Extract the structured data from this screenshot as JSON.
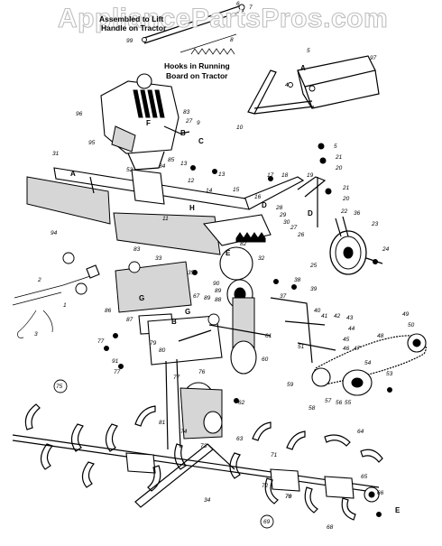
{
  "watermark": "AppliancePartsPros.com",
  "notes": {
    "handle_line1": "Assembled to Lift",
    "handle_line2": "Handle on Tractor",
    "hooks_line1": "Hooks in Running",
    "hooks_line2": "Board on Tractor"
  },
  "letters": {
    "A1": "A",
    "A2": "A",
    "A3": "A",
    "B1": "B",
    "B2": "B",
    "B3": "B",
    "C": "C",
    "D1": "D",
    "D2": "D",
    "E1": "E",
    "E2": "E",
    "F": "F",
    "G1": "G",
    "G2": "G",
    "H": "H"
  },
  "parts": {
    "p99": "99",
    "p6": "6",
    "p7": "7",
    "p8": "8",
    "p5a": "5",
    "p97": "97",
    "p4": "4",
    "p10": "10",
    "p96": "96",
    "p83a": "83",
    "p27a": "27",
    "p9": "9",
    "p95": "95",
    "p31": "31",
    "p52": "52",
    "p84": "84",
    "p85": "85",
    "p13a": "13",
    "p13b": "13",
    "p12a": "12",
    "p14": "14",
    "p11a": "11",
    "p94": "94",
    "p5b": "5",
    "p21a": "21",
    "p20a": "20",
    "p17a": "17",
    "p18a": "18",
    "p15": "15",
    "p16": "16",
    "p19": "19",
    "p28": "28",
    "p29": "29",
    "p30": "30",
    "p27b": "27",
    "p21b": "21",
    "p20b": "20",
    "p22": "22",
    "p36": "36",
    "p23": "23",
    "p24": "24",
    "p25": "25",
    "p26": "26",
    "p32": "32",
    "p82": "82",
    "p83b": "83",
    "p33": "33",
    "p2": "2",
    "p1": "1",
    "p3": "3",
    "p86": "86",
    "p87": "87",
    "p77a": "77",
    "p77b": "77",
    "p77c": "77",
    "p35": "35",
    "p67": "67",
    "p90": "90",
    "p89a": "89",
    "p88": "88",
    "p37": "37",
    "p38": "38",
    "p39": "39",
    "p40": "40",
    "p41": "41",
    "p42": "42",
    "p43": "43",
    "p44": "44",
    "p45": "45",
    "p46": "46",
    "p47": "47",
    "p48": "48",
    "p49": "49",
    "p50": "50",
    "p51": "51",
    "p53": "53",
    "p54": "54",
    "p55": "55",
    "p56": "56",
    "p57": "57",
    "p58": "58",
    "p59": "59",
    "p60": "60",
    "p61": "61",
    "p62": "62",
    "p63": "63",
    "p64": "64",
    "p65": "65",
    "p66": "66",
    "p68": "68",
    "p69": "69",
    "p70": "70",
    "p71": "71",
    "p72": "72",
    "p73": "73",
    "p74": "74",
    "p75": "75",
    "p76": "76",
    "p78": "78",
    "p79": "79",
    "p80": "80",
    "p81": "81",
    "p34": "34",
    "p89b": "89",
    "p91": "91"
  }
}
